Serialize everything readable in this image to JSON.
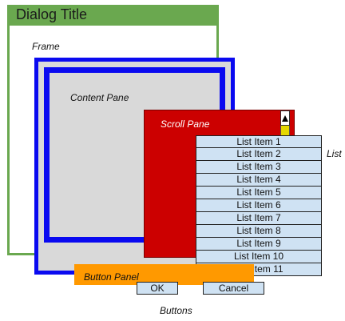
{
  "frame": {
    "title": "Dialog Title",
    "label": "Frame"
  },
  "content_pane": {
    "label": "Content Pane"
  },
  "scroll_pane": {
    "label": "Scroll Pane"
  },
  "list": {
    "label": "List",
    "items": [
      "List Item 1",
      "List Item 2",
      "List Item 3",
      "List Item 4",
      "List Item 5",
      "List Item 6",
      "List Item 7",
      "List Item 8",
      "List Item 9",
      "List Item 10",
      "List Item 11"
    ]
  },
  "button_panel": {
    "label": "Button Panel",
    "ok_label": "OK",
    "cancel_label": "Cancel",
    "buttons_label": "Buttons"
  },
  "colors": {
    "frame": "#6aa84f",
    "content_pane": "#0a0af0",
    "scroll_pane": "#cc0000",
    "button_panel": "#ff9900",
    "list_item": "#cfe2f3"
  }
}
